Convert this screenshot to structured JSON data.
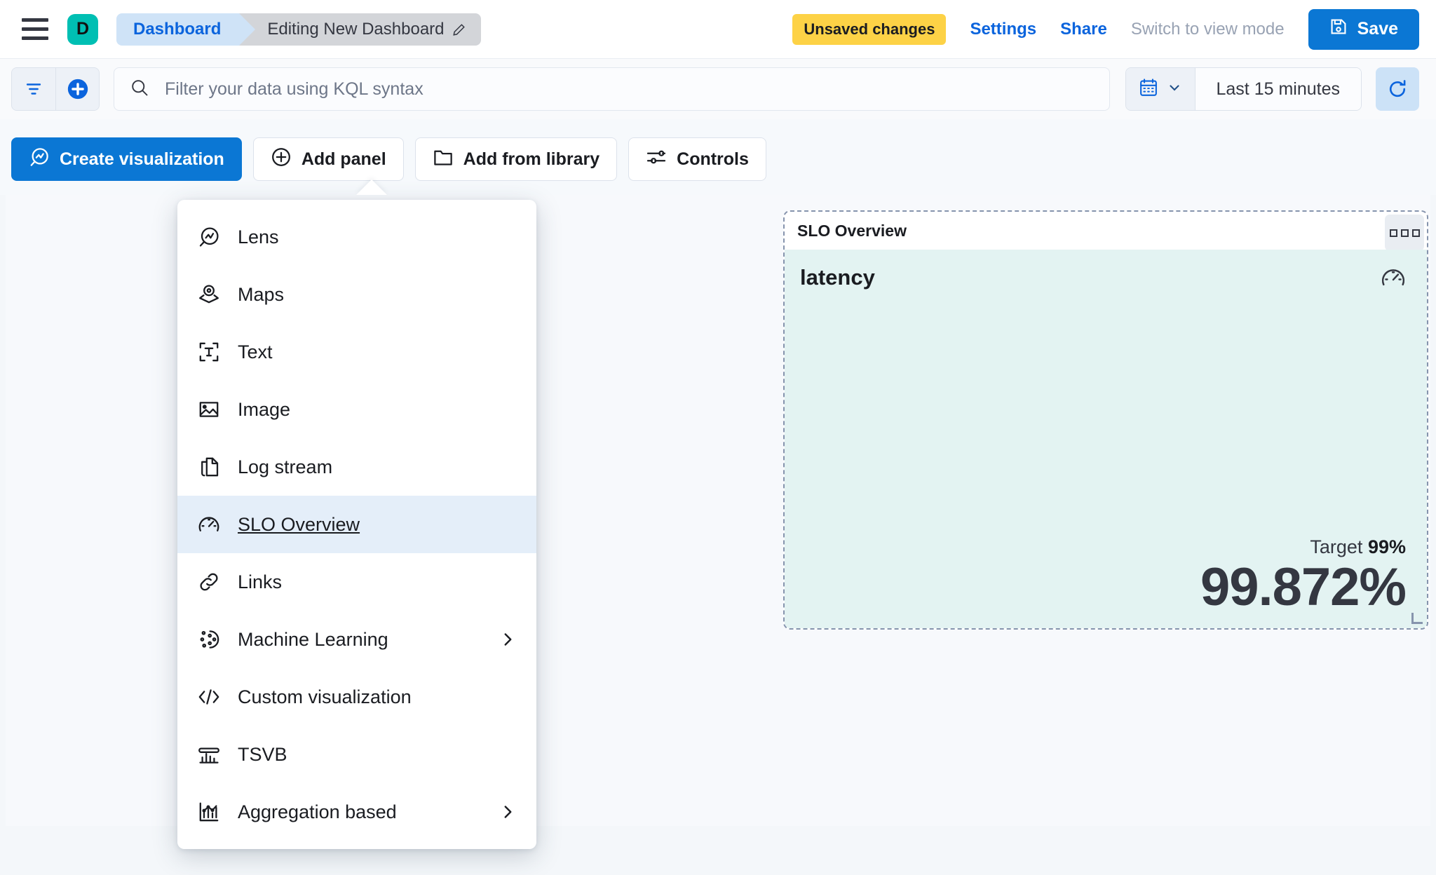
{
  "header": {
    "menu_icon": "hamburger-icon",
    "avatar_letter": "D",
    "breadcrumb_home": "Dashboard",
    "breadcrumb_current": "Editing New Dashboard",
    "edit_icon": "pencil-icon",
    "unsaved_badge": "Unsaved changes",
    "settings_link": "Settings",
    "share_link": "Share",
    "view_mode_link": "Switch to view mode",
    "save_label": "Save",
    "save_icon": "save-disk-icon"
  },
  "querybar": {
    "filter_icon": "filter-icon",
    "add_filter_icon": "plus-circle-icon",
    "search_icon": "search-icon",
    "placeholder": "Filter your data using KQL syntax",
    "calendar_icon": "calendar-icon",
    "chevron_icon": "chevron-down-icon",
    "time_range": "Last 15 minutes",
    "refresh_icon": "refresh-icon"
  },
  "toolbar": {
    "create_visualization": "Create visualization",
    "create_visualization_icon": "lens-icon",
    "add_panel": "Add panel",
    "add_panel_icon": "plus-circle-icon",
    "add_from_library": "Add from library",
    "add_from_library_icon": "folder-icon",
    "controls": "Controls",
    "controls_icon": "sliders-icon"
  },
  "add_panel_menu": {
    "items": [
      {
        "label": "Lens",
        "icon": "lens-icon",
        "has_submenu": false,
        "selected": false
      },
      {
        "label": "Maps",
        "icon": "map-pin-icon",
        "has_submenu": false,
        "selected": false
      },
      {
        "label": "Text",
        "icon": "text-box-icon",
        "has_submenu": false,
        "selected": false
      },
      {
        "label": "Image",
        "icon": "image-icon",
        "has_submenu": false,
        "selected": false
      },
      {
        "label": "Log stream",
        "icon": "log-stream-icon",
        "has_submenu": false,
        "selected": false
      },
      {
        "label": "SLO Overview",
        "icon": "gauge-icon",
        "has_submenu": false,
        "selected": true
      },
      {
        "label": "Links",
        "icon": "link-icon",
        "has_submenu": false,
        "selected": false
      },
      {
        "label": "Machine Learning",
        "icon": "ml-icon",
        "has_submenu": true,
        "selected": false
      },
      {
        "label": "Custom visualization",
        "icon": "code-icon",
        "has_submenu": false,
        "selected": false
      },
      {
        "label": "TSVB",
        "icon": "tsvb-icon",
        "has_submenu": false,
        "selected": false
      },
      {
        "label": "Aggregation based",
        "icon": "agg-chart-icon",
        "has_submenu": true,
        "selected": false
      }
    ]
  },
  "slo_panel": {
    "panel_title": "SLO Overview",
    "context_menu_icon": "context-menu-icon",
    "slo_name": "latency",
    "gauge_icon": "gauge-icon",
    "target_label": "Target",
    "target_value": "99%",
    "sli_value": "99.872%",
    "resize_handle_icon": "resize-grip-icon"
  },
  "colors": {
    "accent_blue": "#0B77D4",
    "link_blue": "#0B64DD",
    "warning_yellow": "#FDD246",
    "avatar_teal": "#00BFB3",
    "slo_healthy_bg": "#E3F3F2",
    "menu_selected_bg": "#E4EEF9",
    "canvas_bg": "#F7F9FC"
  }
}
